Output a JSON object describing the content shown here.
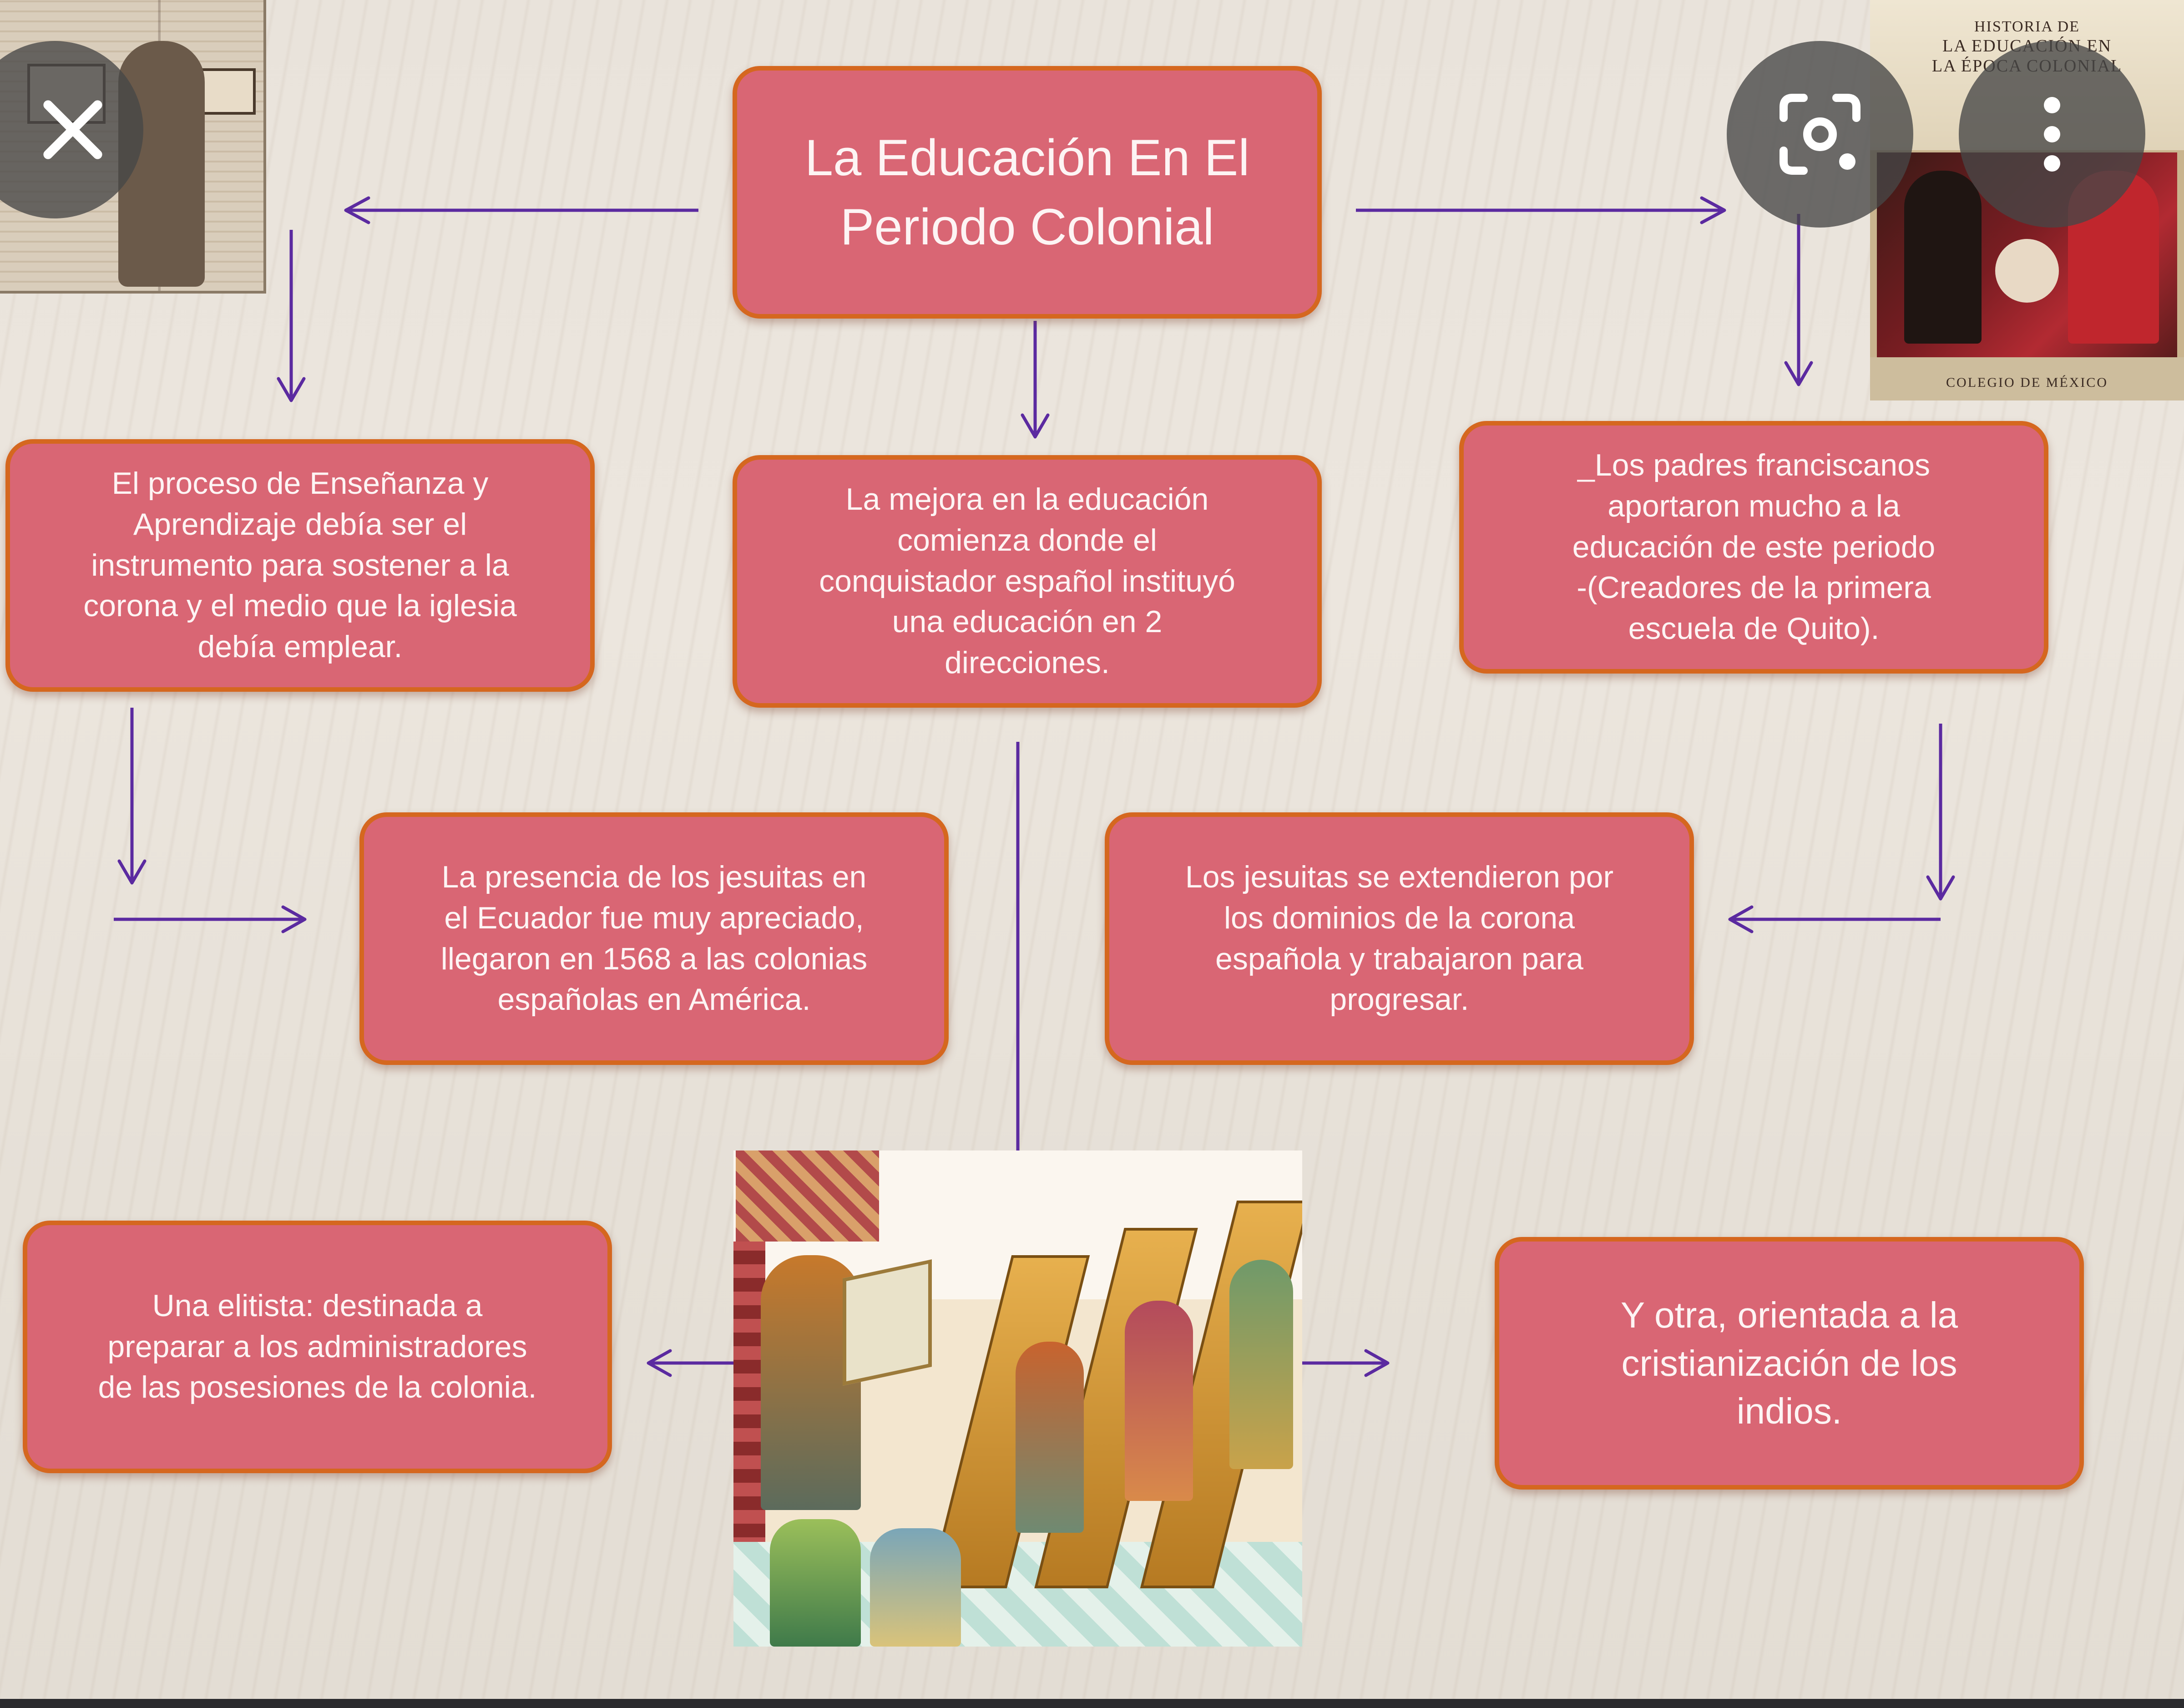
{
  "title_box": {
    "text": "La Educación En El\nPeriodo Colonial"
  },
  "boxes": {
    "left_top": "El proceso de Enseñanza y\nAprendizaje debía ser el\ninstrumento para sostener a la\ncorona y el medio que la iglesia\ndebía emplear.",
    "center_top": "La mejora en la educación\ncomienza donde el\nconquistador español instituyó\nuna educación en 2\ndirecciones.",
    "right_top": "_Los padres franciscanos\naportaron mucho a la\neducación de este periodo\n-(Creadores de la primera\nescuela de Quito).",
    "mid_left": "La presencia de los jesuitas en\nel Ecuador fue muy apreciado,\nllegaron en 1568 a las colonias\nespañolas en América.",
    "mid_right": "Los jesuitas se extendieron por\nlos dominios de la corona\nespañola y trabajaron para\nprogresar.",
    "bottom_left": "Una elitista: destinada a\npreparar a los administradores\nde las posesiones de la colonia.",
    "bottom_right": "Y otra, orientada a la\ncristianización de los\nindios."
  },
  "book_cover": {
    "line1": "HISTORIA DE",
    "line2": "LA EDUCACIÓN EN\nLA ÉPOCA COLONIAL",
    "footer": "COLEGIO DE MÉXICO"
  },
  "icons": {
    "close": "close-icon",
    "lens": "lens-search-icon",
    "more": "more-vert-icon"
  },
  "colors": {
    "box_fill": "#d96674",
    "box_border": "#d5671f",
    "arrow": "#5b2aa0",
    "background": "#e9e3db"
  }
}
